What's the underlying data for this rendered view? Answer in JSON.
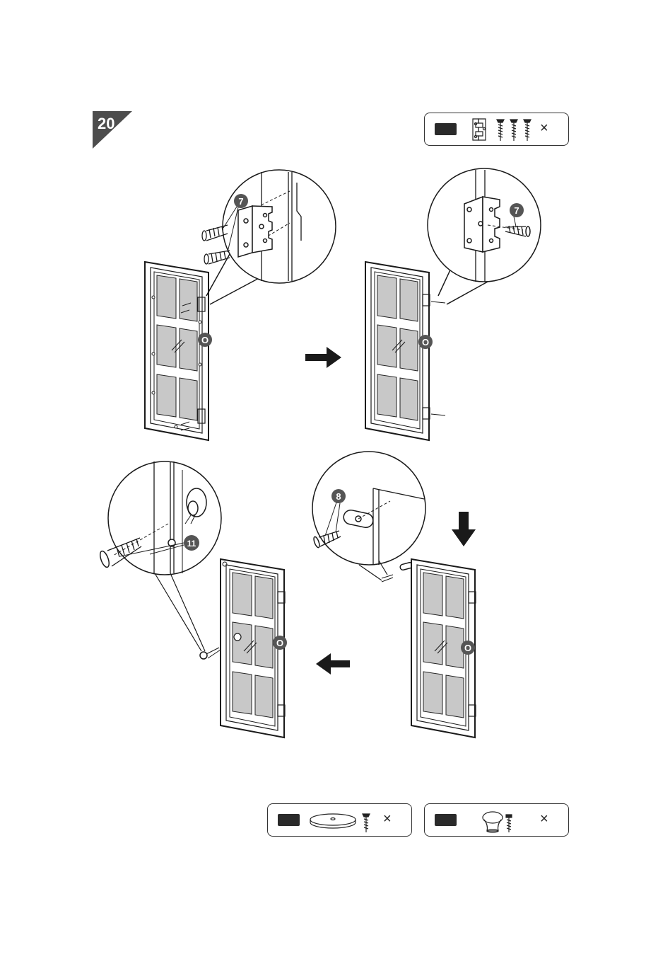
{
  "step": {
    "number": "20"
  },
  "hardware_top": {
    "multiply": "×",
    "items": [
      "hinge",
      "screw",
      "screw",
      "screw"
    ]
  },
  "hardware_bottom_left": {
    "multiply": "×",
    "items": [
      "pull-plate",
      "screw"
    ]
  },
  "hardware_bottom_right": {
    "multiply": "×",
    "items": [
      "knob",
      "bolt"
    ]
  },
  "callouts": {
    "hinge_screw": "7",
    "plate_screw": "8",
    "knob_bolt": "11",
    "door_part": "O"
  },
  "colors": {
    "ink": "#1a1a1a",
    "badge": "#4d4d4d",
    "glass": "#c8c8c8"
  }
}
